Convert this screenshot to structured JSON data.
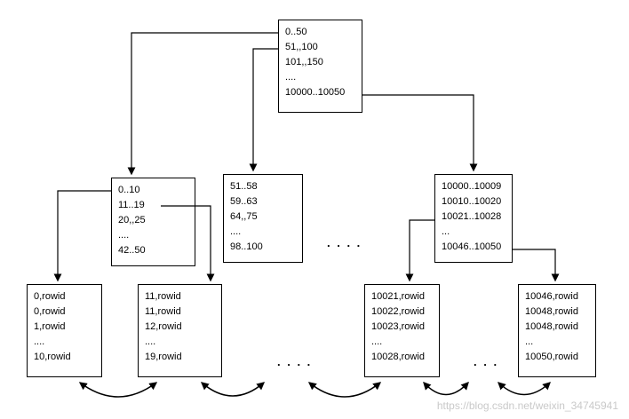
{
  "diagram": {
    "nodes": {
      "root": {
        "lines": [
          "0..50",
          "51,,100",
          "101,,150",
          "....",
          "10000..10050"
        ]
      },
      "branch_left": {
        "lines": [
          "0..10",
          "11..19",
          "20,,25",
          "....",
          "42..50"
        ]
      },
      "branch_mid": {
        "lines": [
          "51..58",
          "59..63",
          "64,,75",
          "....",
          "98..100"
        ]
      },
      "branch_right": {
        "lines": [
          "10000..10009",
          "10010..10020",
          "10021..10028",
          "...",
          "10046..10050"
        ]
      },
      "leaf_1": {
        "lines": [
          "0,rowid",
          "0,rowid",
          "1,rowid",
          "....",
          "10,rowid"
        ]
      },
      "leaf_2": {
        "lines": [
          "11,rowid",
          "11,rowid",
          "12,rowid",
          "....",
          "19,rowid"
        ]
      },
      "leaf_3": {
        "lines": [
          "10021,rowid",
          "10022,rowid",
          "10023,rowid",
          "....",
          "10028,rowid"
        ]
      },
      "leaf_4": {
        "lines": [
          "10046,rowid",
          "10048,rowid",
          "10048,rowid",
          "...",
          "10050,rowid"
        ]
      }
    },
    "ellipsis": {
      "branch_gap": ". . . .",
      "leaf_gap_left": ". . . .",
      "leaf_gap_right": ". . ."
    }
  },
  "watermark": {
    "text": "https://blog.csdn.net/weixin_34745941"
  },
  "colors": {
    "background": "#ffffff",
    "box_border": "#000000",
    "line": "#000000",
    "text": "#000000",
    "watermark": "#c3c3c3"
  }
}
